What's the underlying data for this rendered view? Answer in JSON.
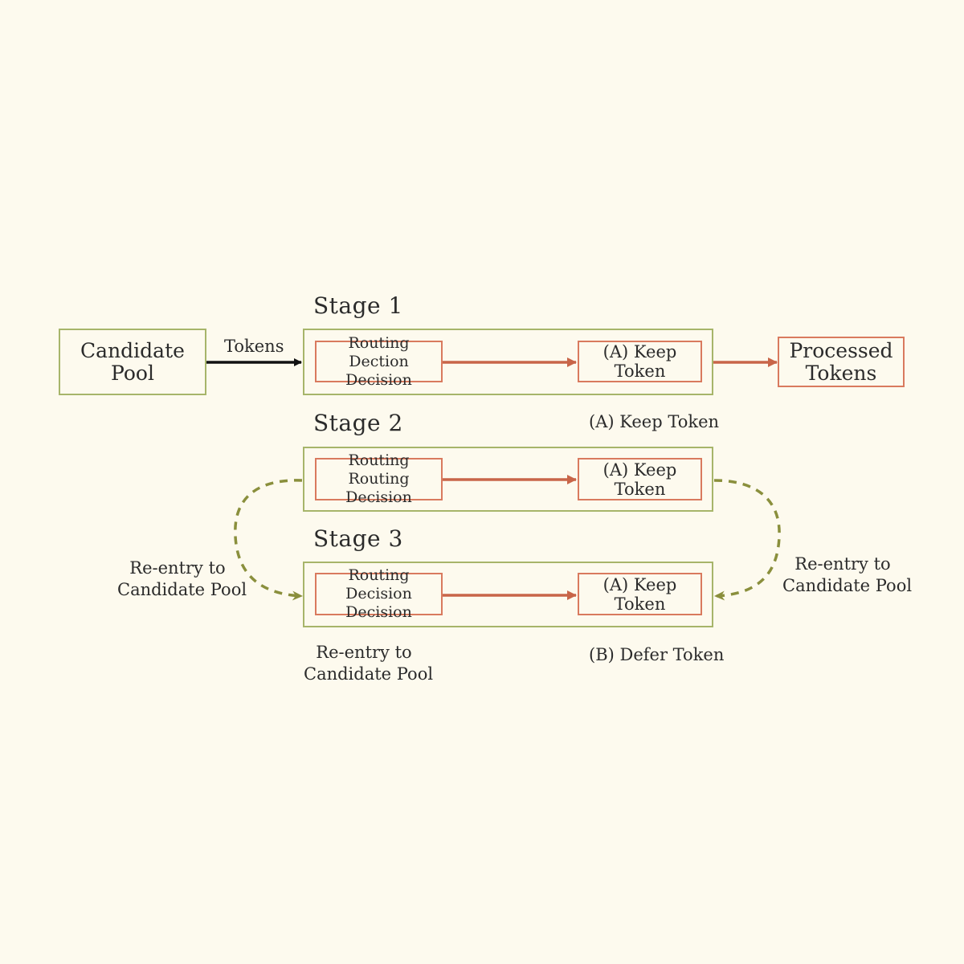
{
  "colors": {
    "background": "#fdfaee",
    "green_border": "#a7b56a",
    "red_border": "#d97a5e",
    "red_arrow": "#c86548",
    "dashed_arrow": "#8a8f3c",
    "text": "#2b2b2b"
  },
  "candidate_pool": {
    "line1": "Candidate",
    "line2": "Pool"
  },
  "tokens_label": "Tokens",
  "processed_tokens": {
    "line1": "Processed",
    "line2": "Tokens"
  },
  "stage1": {
    "title": "Stage 1",
    "routing_line1": "Routing",
    "routing_line2": "Dection Decision",
    "keep_label": "(A) Keep Token"
  },
  "stage2": {
    "title": "Stage 2",
    "caption_keep": "(A) Keep Token",
    "routing_line1": "Routing",
    "routing_line2": "Routing Decision",
    "keep_label": "(A) Keep Token"
  },
  "stage3": {
    "title": "Stage 3",
    "routing_line1": "Routing",
    "routing_line2": "Decision Decision",
    "keep_label": "(A) Keep Token"
  },
  "reentry_left": {
    "line1": "Re-entry to",
    "line2": "Candidate Pool"
  },
  "reentry_right": {
    "line1": "Re-entry to",
    "line2": "Candidate Pool"
  },
  "reentry_bottom": {
    "line1": "Re-entry to",
    "line2": "Candidate Pool"
  },
  "defer_label": "(B) Defer Token"
}
